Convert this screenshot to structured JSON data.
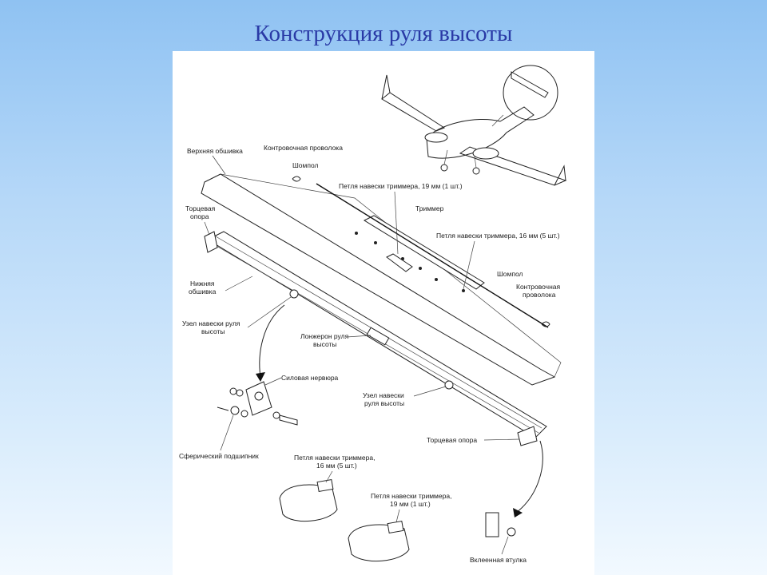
{
  "title": "Конструкция руля высоты",
  "labels": {
    "upper_skin": "Верхняя обшивка",
    "lock_wire_top": "Контровочная проволока",
    "pin_top": "Шомпол",
    "trim_hinge_19_top": "Петля навески триммера, 19 мм (1 шт.)",
    "trimmer": "Триммер",
    "trim_hinge_16_top": "Петля навески триммера, 16 мм (5 шт.)",
    "end_support_left_1": "Торцевая",
    "end_support_left_2": "опора",
    "lower_skin_1": "Нижняя",
    "lower_skin_2": "обшивка",
    "pin_right": "Шомпол",
    "lock_wire_right_1": "Контровочная",
    "lock_wire_right_2": "проволока",
    "hinge_node_left_1": "Узел навески руля",
    "hinge_node_left_2": "высоты",
    "spar_1": "Лонжерон руля",
    "spar_2": "высоты",
    "power_rib": "Силовая нервюра",
    "hinge_node_center_1": "Узел навески",
    "hinge_node_center_2": "руля высоты",
    "end_support_right": "Торцевая опора",
    "spherical_bearing": "Сферический подшипник",
    "trim_hinge_16_bottom_1": "Петля навески триммера,",
    "trim_hinge_16_bottom_2": "16 мм (5 шт.)",
    "trim_hinge_19_bottom_1": "Петля навески триммера,",
    "trim_hinge_19_bottom_2": "19 мм (1 шт.)",
    "glued_bushing": "Вклеенная втулка"
  }
}
